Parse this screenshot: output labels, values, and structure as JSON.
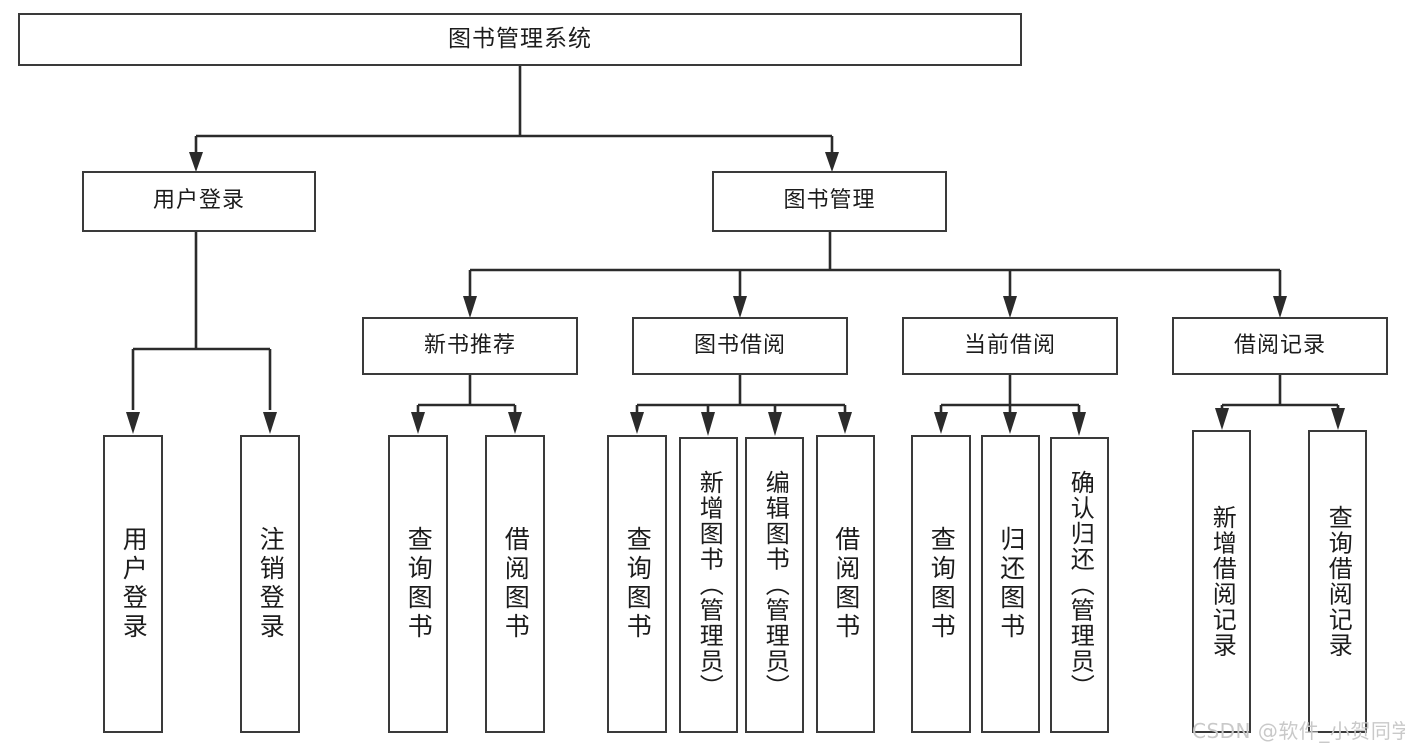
{
  "diagram": {
    "title_text": "图书管理系统",
    "type": "hierarchy-tree",
    "watermark": "CSDN @软件_小贺同学",
    "colors": {
      "box_border": "#3a3a3a",
      "box_fill": "#ffffff",
      "connector": "#2b2b2b",
      "text": "#1c1c1c",
      "watermark": "#c9c9c9",
      "background": "#ffffff"
    },
    "levels": {
      "root": "图书管理系统",
      "level2": [
        "用户登录",
        "图书管理"
      ],
      "level3": [
        "新书推荐",
        "图书借阅",
        "当前借阅",
        "借阅记录"
      ]
    },
    "nodes": {
      "root": "图书管理系统",
      "user_login": "用户登录",
      "book_manage": "图书管理",
      "new_book_rec": "新书推荐",
      "book_borrow": "图书借阅",
      "current_borrow": "当前借阅",
      "borrow_record": "借阅记录",
      "leaf_user_login": "用户登录",
      "leaf_logout": "注销登录",
      "leaf_query_book_1": "查询图书",
      "leaf_borrow_book_1": "借阅图书",
      "leaf_query_book_2": "查询图书",
      "leaf_add_book_admin": "新增图书（管理员）",
      "leaf_edit_book_admin": "编辑图书（管理员）",
      "leaf_borrow_book_2": "借阅图书",
      "leaf_query_book_3": "查询图书",
      "leaf_return_book": "归还图书",
      "leaf_confirm_return_admin": "确认归还（管理员）",
      "leaf_add_record": "新增借阅记录",
      "leaf_query_record": "查询借阅记录"
    }
  }
}
